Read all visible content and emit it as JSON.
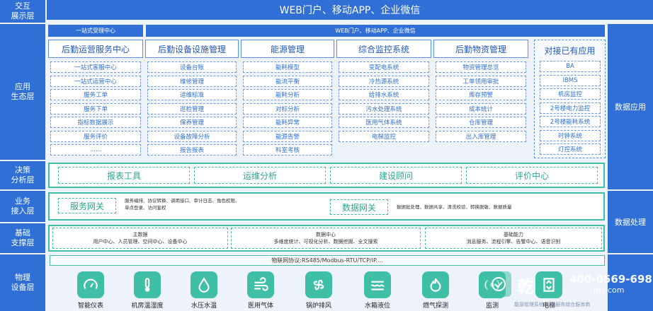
{
  "top_banner": "WEB门户、移动APP、企业微信",
  "layers": {
    "interaction": "交互\n展示层",
    "application": "应用\n生态层",
    "decision": "决策\n分析层",
    "business": "业务\n接入层",
    "foundation": "基础\n支撑层",
    "physical": "物理\n设备层"
  },
  "side": {
    "data_app": "数据应用",
    "data_proc": "数据处理"
  },
  "app_bar_left": "一站式受理中心",
  "app_bar_right": "WEB门户、移动APP、企业微信",
  "columns": [
    {
      "title": "后勤运营服务中心",
      "items": [
        "一站式客服中心",
        "一站式运营中心",
        "服务工单",
        "服务下单",
        "指标数据展示",
        "服务评价",
        "......"
      ]
    },
    {
      "title": "后勤设备设施管理",
      "items": [
        "设备台账",
        "维修管理",
        "运维标准",
        "巡检管理",
        "保养管理",
        "设备故障分析",
        "报告报表"
      ]
    },
    {
      "title": "能源管理",
      "items": [
        "能耗模型",
        "能流平衡",
        "能耗分析",
        "对标分析",
        "能耗异常",
        "能源告警",
        "科室考核"
      ]
    },
    {
      "title": "综合监控系统",
      "items": [
        "变配电系统",
        "冷热源系统",
        "给排水系统",
        "污水处理系统",
        "医用气体系统",
        "电梯监控"
      ]
    },
    {
      "title": "后勤物资管理",
      "items": [
        "物资管理总览",
        "工单领用审批",
        "库存预警",
        "成本统计",
        "仓库管理",
        "出入库管理"
      ]
    }
  ],
  "right_panel": {
    "title": "对接已有应用",
    "items": [
      "BA",
      "IBMS",
      "机房监控",
      "2号楼电力监控",
      "2号楼能耗系统",
      "时钟系统",
      "灯控系统"
    ]
  },
  "decision_items": [
    "报表工具",
    "运维分析",
    "建设顾问",
    "评价中心"
  ],
  "business": {
    "service_gateway": "服务网关",
    "service_text": "服务编排、协议转换、调用接口、审计日志、角色权限、\n单点登录、访问鉴权",
    "data_gateway": "数据网关",
    "data_text": "数据批处理、数据共享、清洗校验、转换脱敏、数据质量"
  },
  "foundation": [
    {
      "title": "主数据",
      "text": "用户中心、人员管理、空间中心、设备中心"
    },
    {
      "title": "数据中心",
      "text": "多维度统计、可视化分析、数据挖掘、全文搜索"
    },
    {
      "title": "基础能力",
      "text": "消息服务、流程引擎、告警中心、语音识别"
    }
  ],
  "protocol": "物联网协议:RS485/Modbus-RTU/TCP/IP....",
  "devices": [
    {
      "label": "智能仪表",
      "icon": "gauge-icon"
    },
    {
      "label": "机房温湿度",
      "icon": "thermometer-icon"
    },
    {
      "label": "水压水温",
      "icon": "water-drop-icon"
    },
    {
      "label": "医用气体",
      "icon": "wind-icon"
    },
    {
      "label": "锅炉排风",
      "icon": "fan-icon"
    },
    {
      "label": "水箱液位",
      "icon": "water-level-icon"
    },
    {
      "label": "燃气探测",
      "icon": "flame-icon"
    },
    {
      "label": "监测",
      "icon": "sensor-icon"
    },
    {
      "label": "电梯",
      "icon": "elevator-icon"
    }
  ],
  "watermark": {
    "brand": "乾",
    "phone": "400-0569-698",
    "site": "ms.com",
    "caption": "能源管理系统  后勤服务综合服务商"
  },
  "colors": {
    "primary": "#2f6fd6",
    "accent": "#3fbfa6",
    "background": "#eef3fb"
  }
}
